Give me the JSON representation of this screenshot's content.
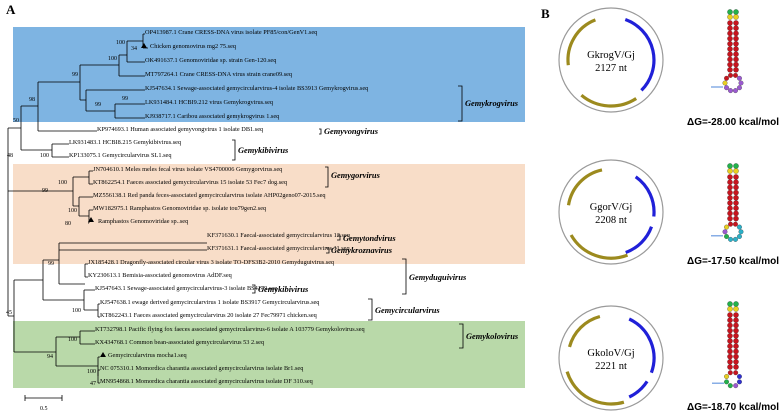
{
  "panels": {
    "a": "A",
    "b": "B"
  },
  "colors": {
    "krog": "#7eb4e2",
    "gor": "#f8ddc8",
    "kolo": "#b9d9a9",
    "arc_olive": "#9c8a1e",
    "arc_blue": "#2020d8",
    "ring": "#9a9a9a"
  },
  "tree": {
    "leaves": [
      "OP413987.1 Crane CRESS-DNA virus isolate PF85/con/GenV1.seq",
      "Chicken genomovirus mg2 75.seq",
      "OK491637.1 Genomoviridae sp. strain Gen-120.seq",
      "MT797264.1 Crane CRESS-DNA virus strain crane09.seq",
      "KJ547634.1 Sewage-associated gemycircularvirus-4 isolate BS3913 Gemykrogvirus.seq",
      "LK931484.1 HCBI9.212 virus Gemykrogvirus.seq",
      "KJ938717.1 Caribou associated gemykrogvirus 1.seq",
      "KP974693.1 Human associated gemyvongvirus 1 isolate DB1.seq",
      "LK931483.1 HCBI8.215 Gemykibivirus.seq",
      "KP133075.1 Gemycircularvirus SL1.seq",
      "JN704610.1 Meles meles fecal virus isolate VS4700006 Gemygorvirus.seq",
      "KT862254.1 Faeces associated gemycircularvirus 15 isolate 53 Fec7 dog.seq",
      "MZ556138.1 Red panda feces-associated gemycircularvirus isolate AHP02geno07-2015.seq",
      "MW182975.1 Ramphastos Genomoviridae sp. isolate tou79gen2.seq",
      "Ramphastos Genomoviridae sp..seq",
      "KF371630.1 Faecal-associated gemycircularvirus 12.seq",
      "KF371631.1 Faecal-associated gemycircularvirus 11.seq",
      "JX185428.1 Dragonfly-associated circular virus 3 isolate TO-DFS3B2-2010 Gemyduguivirus.seq",
      "KY230613.1 Bemisia-associated genomovirus AdDF.seq",
      "KJ547643.1 Sewage-associated gemycircularvirus-3 isolate BS4149.seq",
      "KJ547638.1 ewage derived gemycircularvirus 1 isolate BS3917 Gemycircularvirus.seq",
      "KT862243.1 Faeces associated gemycircularvirus 20 isolate 27 Fec79971 chicken.seq",
      "KT732798.1 Pacific flying fox faeces associated gemycircularvirus-6 isolate A 103779 Gemykolovirus.seq",
      "KX434768.1 Common bean-associated gemycircularvirus 53 2.seq",
      "Gemycircularvirus mocha1.seq",
      "NC 075310.1 Momordica charantia associated gemycircularvirus isolate Br1.seq",
      "MN954868.1 Momordica charantia associated gemycircularvirus isolate DF 310.seq"
    ],
    "bootstrap": [
      "100",
      "34",
      "100",
      "99",
      "99",
      "99",
      "98",
      "50",
      "100",
      "48",
      "100",
      "99",
      "100",
      "80",
      "99",
      "45",
      "100",
      "100",
      "94",
      "100",
      "47"
    ],
    "genera": [
      "Gemykrogvirus",
      "Gemyvongvirus",
      "Gemykibivirus",
      "Gemygorvirus",
      "Gemytondvirus",
      "Gemykroznavirus",
      "Gemyduguivirus",
      "Gemykibivirus",
      "Gemycircularvirus",
      "Gemykolovirus"
    ],
    "scale_label": "0.5"
  },
  "genomes": [
    {
      "name": "GkrogV/Gj",
      "size": "2127 nt",
      "dg": "ΔG=-28.00 kcal/mol"
    },
    {
      "name": "GgorV/Gj",
      "size": "2208 nt",
      "dg": "ΔG=-17.50 kcal/mol"
    },
    {
      "name": "GkoloV/Gj",
      "size": "2221 nt",
      "dg": "ΔG=-18.70 kcal/mol"
    }
  ]
}
